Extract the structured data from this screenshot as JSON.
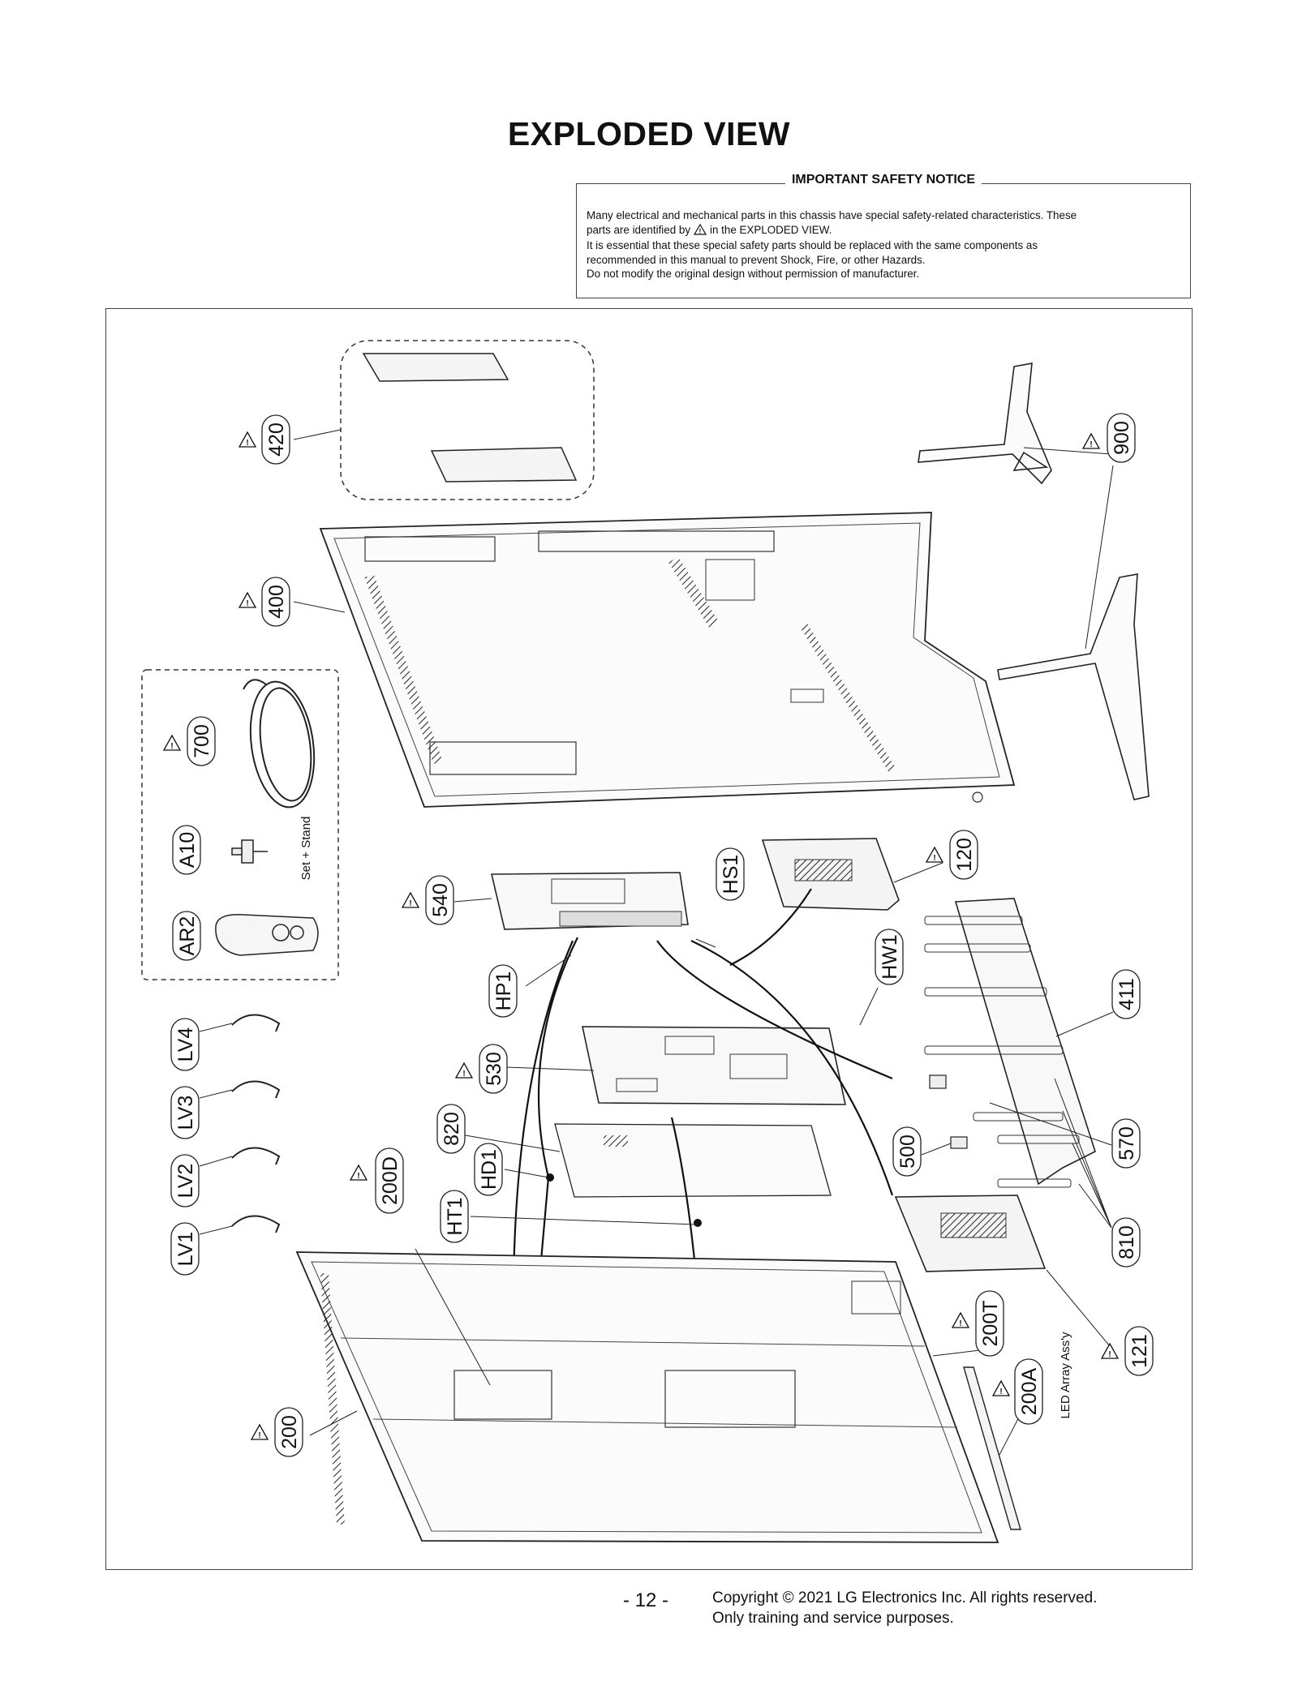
{
  "page_title": "EXPLODED VIEW",
  "notice": {
    "heading": "IMPORTANT SAFETY NOTICE",
    "line1": "Many electrical and mechanical parts in this chassis have special safety-related characteristics. These",
    "line2a": "parts are identified by",
    "line2b": "in the EXPLODED VIEW.",
    "line3": "It is essential that these special safety parts should be replaced with the same components as",
    "line4": "recommended in this manual to prevent Shock, Fire, or other Hazards.",
    "line5": "Do not modify the original design without permission of manufacturer."
  },
  "part_labels": {
    "p420": "420",
    "p400": "400",
    "p900": "900",
    "p700": "700",
    "pA10": "A10",
    "pAR2": "AR2",
    "set_stand": "Set + Stand",
    "p540": "540",
    "pHS1": "HS1",
    "p120": "120",
    "pHP1": "HP1",
    "pHW1": "HW1",
    "p411": "411",
    "p530": "530",
    "p820": "820",
    "pHD1": "HD1",
    "p500": "500",
    "p570": "570",
    "p200D": "200D",
    "pHT1": "HT1",
    "p810": "810",
    "p121": "121",
    "p200T": "200T",
    "p200A": "200A",
    "led_array": "LED Array Ass'y",
    "p200": "200",
    "pLV4": "LV4",
    "pLV3": "LV3",
    "pLV2": "LV2",
    "pLV1": "LV1"
  },
  "footer": {
    "page_number": "- 12 -",
    "copyright": "Copyright © 2021 LG Electronics Inc. All rights reserved.",
    "purpose": "Only training and service purposes."
  }
}
